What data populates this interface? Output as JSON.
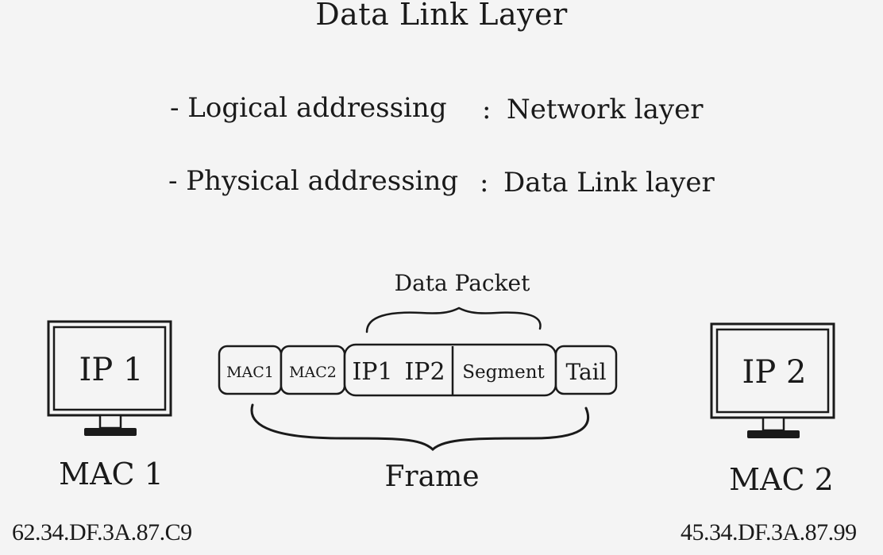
{
  "title": "Data Link Layer",
  "addressing": [
    {
      "kind": "- Logical addressing",
      "layer": "Network layer"
    },
    {
      "kind": "- Physical addressing",
      "layer": "Data Link layer"
    }
  ],
  "separator": ":",
  "left_computer": {
    "screen_label": "IP 1",
    "mac_label": "MAC 1",
    "mac_address": "62.34.DF.3A.87.C9"
  },
  "right_computer": {
    "screen_label": "IP 2",
    "mac_label": "MAC 2",
    "mac_address": "45.34.DF.3A.87.99"
  },
  "frame": {
    "fields": [
      "MAC1",
      "MAC2",
      "IP1",
      "IP2",
      "Segment",
      "Tail"
    ],
    "packet_label": "Data Packet",
    "frame_label": "Frame"
  }
}
